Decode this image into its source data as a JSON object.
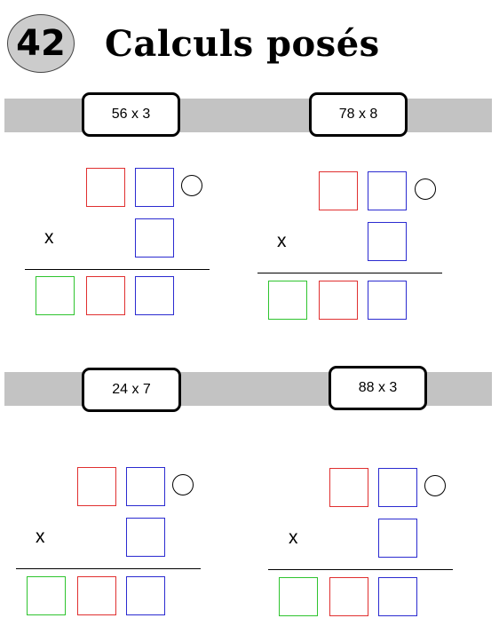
{
  "worksheet": {
    "number": "42",
    "title": "Calculs posés"
  },
  "operations": [
    {
      "expression": "56 x 3",
      "symbol": "x"
    },
    {
      "expression": "78 x 8",
      "symbol": "x"
    },
    {
      "expression": "24 x 7",
      "symbol": "x"
    },
    {
      "expression": "88 x 3",
      "symbol": "x"
    }
  ],
  "colors": {
    "band": "#c3c3c3",
    "box_red": "#e03030",
    "box_blue": "#2b2bd0",
    "box_green": "#2fc42f"
  }
}
